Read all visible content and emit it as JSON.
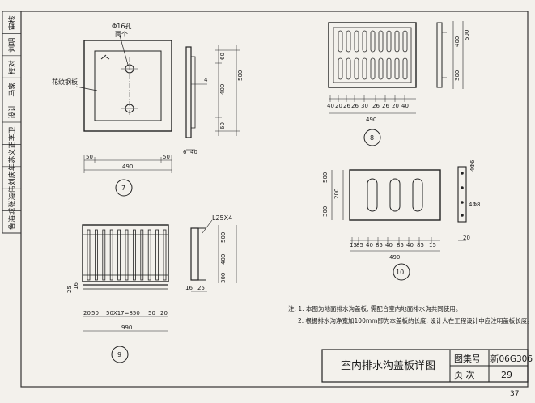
{
  "side_stamp": [
    "审核",
    "刘明",
    "校对",
    "马家",
    "设计",
    "李卫",
    "苏义正",
    "刘庆年",
    "张海伟",
    "鲁海城"
  ],
  "title_block": {
    "drawing_title": "室内排水沟盖板详图",
    "atlas_label": "图集号",
    "atlas_value": "新06G306",
    "page_label": "页 次",
    "page_value": "29"
  },
  "sheet_number": "37",
  "notes": [
    "注: 1. 本图为地面排水沟盖板, 需配合室内地面排水沟共同使用。",
    "2. 根据排水沟净宽加100mm即为本盖板的长度, 设计人在工程设计中应注明盖板长度。"
  ],
  "details": {
    "d7": {
      "number": "7",
      "hole_label": "Φ16孔",
      "hole_count": "两个",
      "plate_label": "花纹钢板",
      "thickness": "4",
      "width_dim": "490",
      "edge_left": "50",
      "edge_right": "50",
      "h_top": "60",
      "h_mid": "500",
      "h_mid2": "400",
      "h_bot": "60",
      "side_dims": [
        "6",
        "40"
      ]
    },
    "d8": {
      "number": "8",
      "width_dim": "490",
      "h_total": "500",
      "h_inner": "400",
      "h_sub": "300",
      "bottom_dims": [
        "40",
        "20",
        "26",
        "26",
        "30",
        "26",
        "26",
        "20",
        "40"
      ]
    },
    "d9": {
      "number": "9",
      "angle_label": "L25X4",
      "width_dim": "990",
      "bottom_dims": [
        "20",
        "50",
        "50X17=850",
        "50",
        "20"
      ],
      "h_total": "500",
      "h_inner": "400",
      "h_sub": "300",
      "side_dims": [
        "25",
        "16",
        "16",
        "25"
      ]
    },
    "d10": {
      "number": "10",
      "width_dim": "490",
      "h_total": "500",
      "h_inner": "200",
      "h_sub": "300",
      "rebar_top": "4Φ6",
      "rebar_side": "4Φ8",
      "bottom_dims": [
        "15",
        "85",
        "40",
        "85",
        "40",
        "85",
        "40",
        "85",
        "15"
      ],
      "side_dim": "20"
    }
  }
}
